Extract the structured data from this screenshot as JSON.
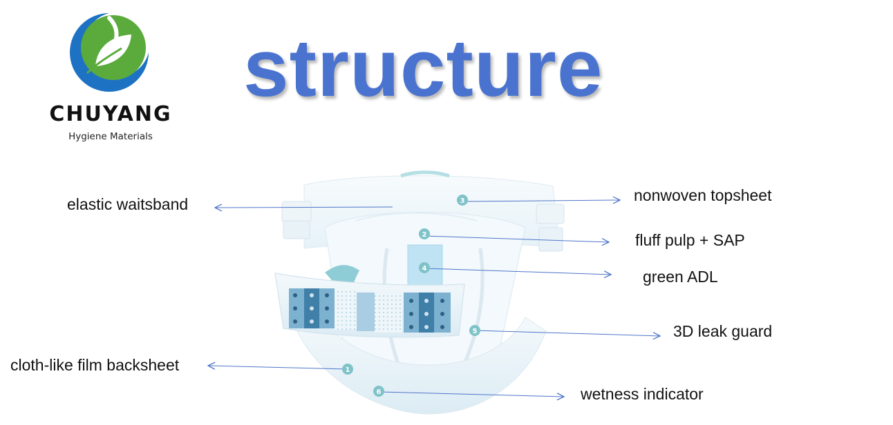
{
  "logo": {
    "brand": "CHUYANG",
    "tagline": "Hygiene Materials",
    "colors": {
      "ring": "#1d72c4",
      "leaf": "#5aab3c"
    }
  },
  "title": "structure",
  "colors": {
    "title": "#4a73d0",
    "arrow": "#4f75c9",
    "marker": "#7fc3c8"
  },
  "labels": {
    "waistband": "elastic waitsband",
    "topsheet": "nonwoven topsheet",
    "fluff": "fluff pulp + SAP",
    "adl": "green ADL",
    "leakguard": "3D leak guard",
    "backsheet": "cloth-like film backsheet",
    "wetness": "wetness indicator"
  },
  "markers": {
    "backsheet": "1",
    "fluff": "2",
    "topsheet": "3",
    "adl": "4",
    "leakguard": "5",
    "wetness": "6"
  }
}
